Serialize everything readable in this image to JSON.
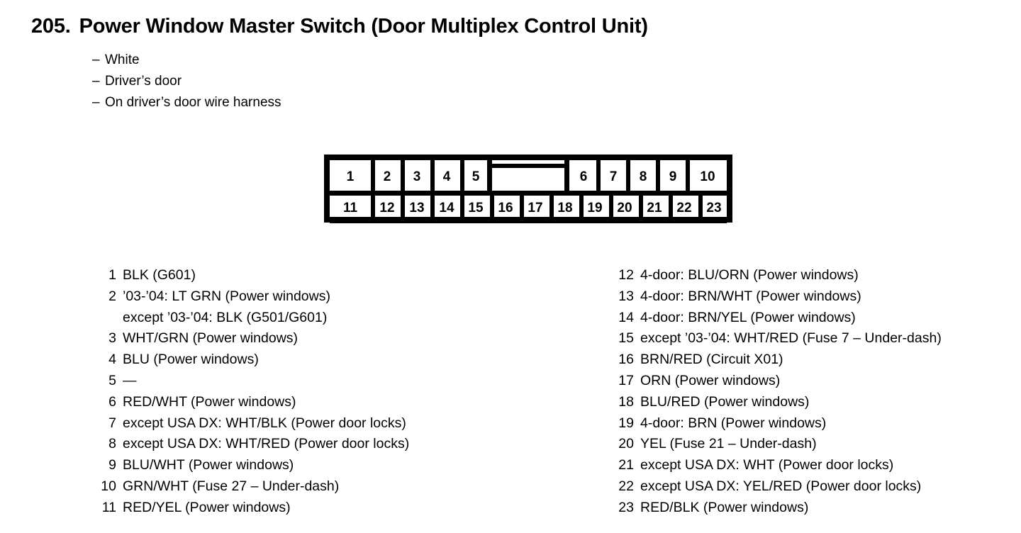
{
  "header": {
    "number": "205.",
    "title": "Power Window Master Switch (Door Multiplex Control Unit)",
    "specs": [
      {
        "dash": "–",
        "text": "White"
      },
      {
        "dash": "–",
        "text": "Driver’s door"
      },
      {
        "dash": "–",
        "text": "On driver’s door wire harness"
      }
    ]
  },
  "connector": {
    "name": "23-pin-connector",
    "top_row": [
      "1",
      "2",
      "3",
      "4",
      "5"
    ],
    "top_row_right": [
      "6",
      "7",
      "8",
      "9",
      "10"
    ],
    "bottom_row": [
      "11",
      "12",
      "13",
      "14",
      "15",
      "16",
      "17",
      "18",
      "19",
      "20",
      "21",
      "22",
      "23"
    ],
    "keyway_label": "keyway-notch",
    "outline_color": "#000000",
    "fill_color": "#ffffff"
  },
  "legend": {
    "left": [
      {
        "num": "1",
        "text": "BLK (G601)"
      },
      {
        "num": "2",
        "text": "’03-’04: LT GRN (Power windows)",
        "cont": "except ’03-’04: BLK (G501/G601)"
      },
      {
        "num": "3",
        "text": "WHT/GRN (Power windows)"
      },
      {
        "num": "4",
        "text": "BLU (Power windows)"
      },
      {
        "num": "5",
        "text": "—"
      },
      {
        "num": "6",
        "text": "RED/WHT (Power windows)"
      },
      {
        "num": "7",
        "text": "except USA DX: WHT/BLK (Power door locks)"
      },
      {
        "num": "8",
        "text": "except USA DX: WHT/RED (Power door locks)"
      },
      {
        "num": "9",
        "text": "BLU/WHT (Power windows)"
      },
      {
        "num": "10",
        "text": "GRN/WHT (Fuse 27 – Under-dash)"
      },
      {
        "num": "11",
        "text": "RED/YEL (Power windows)"
      }
    ],
    "right": [
      {
        "num": "12",
        "text": "4-door: BLU/ORN (Power windows)"
      },
      {
        "num": "13",
        "text": "4-door: BRN/WHT (Power windows)"
      },
      {
        "num": "14",
        "text": "4-door: BRN/YEL (Power windows)"
      },
      {
        "num": "15",
        "text": "except ’03-’04: WHT/RED (Fuse 7 – Under-dash)"
      },
      {
        "num": "16",
        "text": "BRN/RED (Circuit X01)"
      },
      {
        "num": "17",
        "text": "ORN (Power windows)"
      },
      {
        "num": "18",
        "text": "BLU/RED (Power windows)"
      },
      {
        "num": "19",
        "text": "4-door: BRN (Power windows)"
      },
      {
        "num": "20",
        "text": "YEL (Fuse 21 – Under-dash)"
      },
      {
        "num": "21",
        "text": "except USA DX: WHT (Power door locks)"
      },
      {
        "num": "22",
        "text": "except USA DX: YEL/RED (Power door locks)"
      },
      {
        "num": "23",
        "text": "RED/BLK (Power windows)"
      }
    ]
  }
}
